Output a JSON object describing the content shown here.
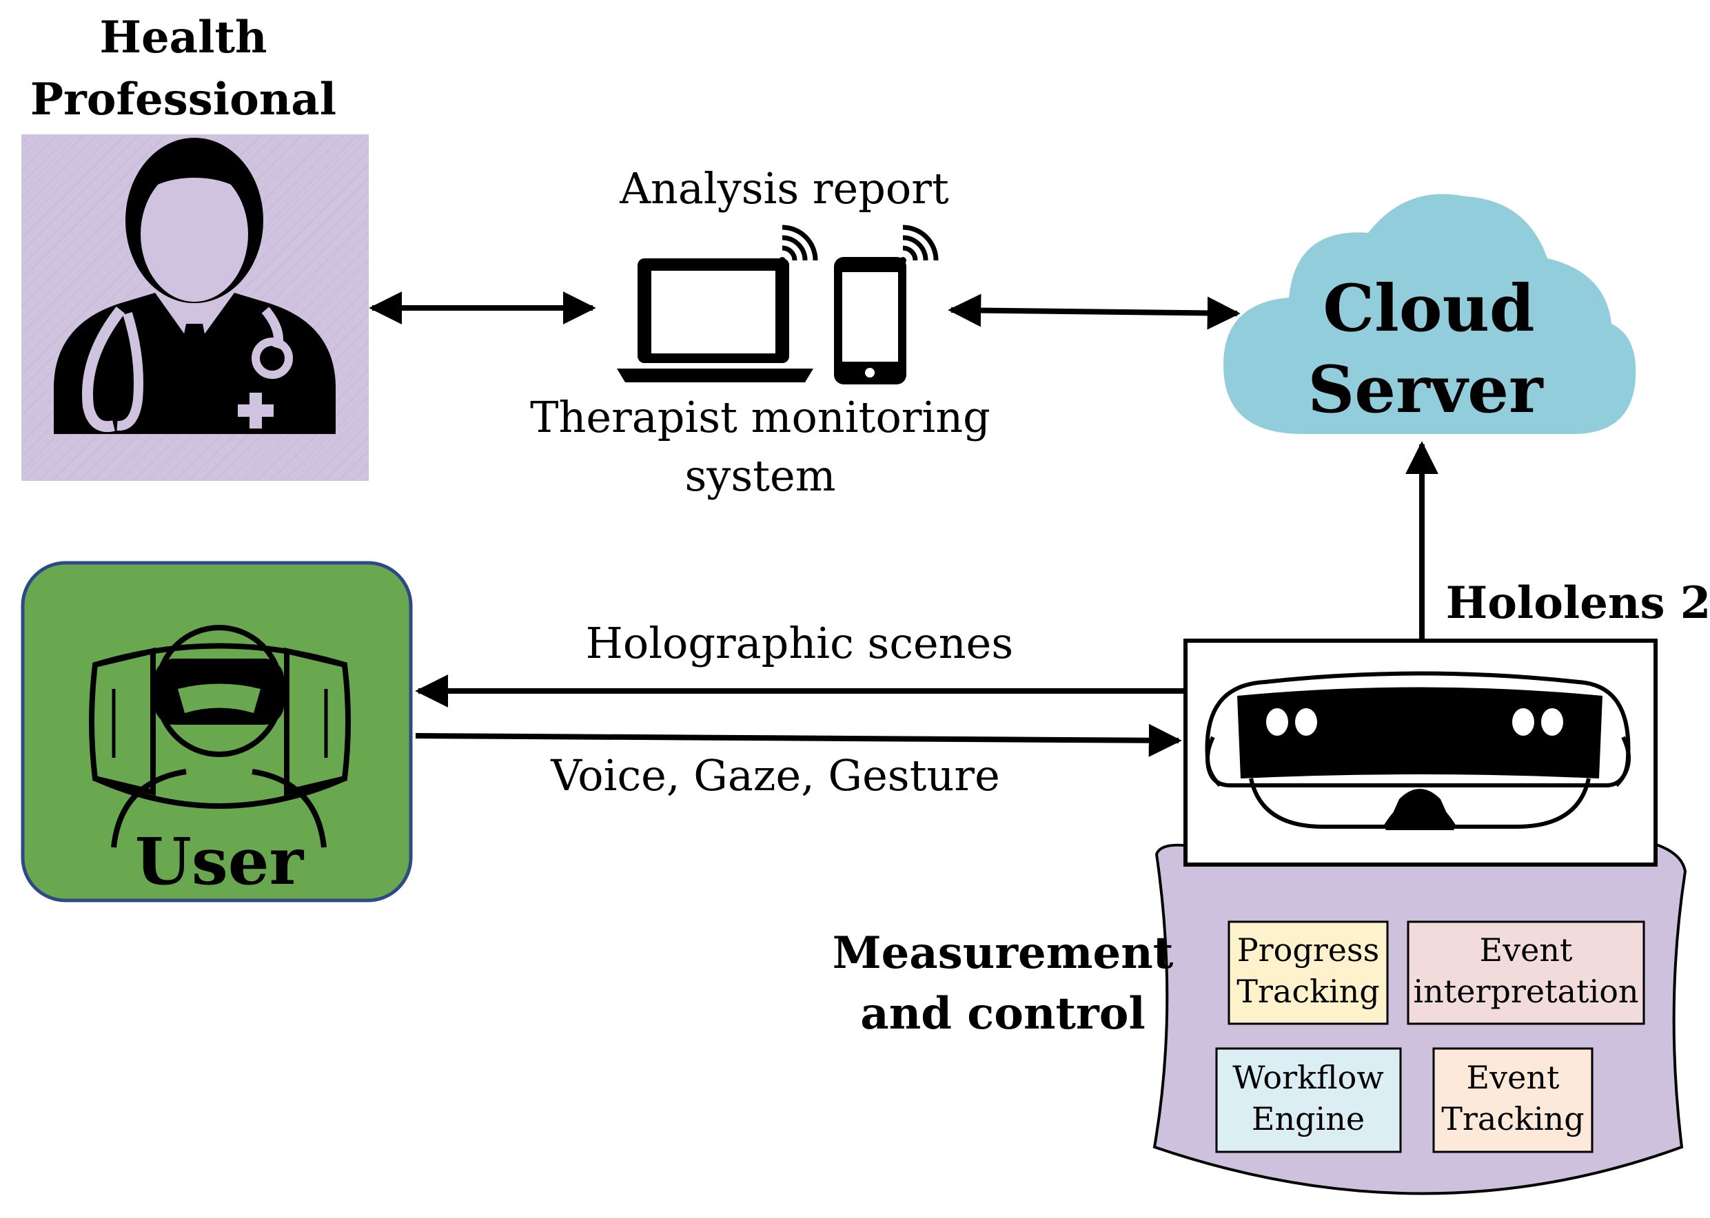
{
  "health_professional": {
    "line1": "Health",
    "line2": "Professional"
  },
  "monitoring": {
    "report_label": "Analysis report",
    "system_line1": "Therapist monitoring",
    "system_line2": "system"
  },
  "cloud": {
    "line1": "Cloud",
    "line2": "Server"
  },
  "user": {
    "label": "User"
  },
  "links": {
    "holographic": "Holographic scenes",
    "inputs": "Voice, Gaze, Gesture"
  },
  "hololens": {
    "label": "Hololens 2"
  },
  "measurement": {
    "line1": "Measurement",
    "line2": "and control",
    "modules": {
      "progress": {
        "line1": "Progress",
        "line2": "Tracking"
      },
      "event_interp": {
        "line1": "Event",
        "line2": "interpretation"
      },
      "workflow": {
        "line1": "Workflow",
        "line2": "Engine"
      },
      "event_track": {
        "line1": "Event",
        "line2": "Tracking"
      }
    }
  },
  "colors": {
    "doctor_bg": "#cfc3df",
    "user_bg": "#6aa84f",
    "user_border": "#2e4a86",
    "cloud": "#92cddc",
    "platform": "#cdc1dd",
    "progress": "#fdf2cb",
    "event_interp": "#f1dcdb",
    "workflow": "#dbeef3",
    "event_track": "#fce9da"
  }
}
